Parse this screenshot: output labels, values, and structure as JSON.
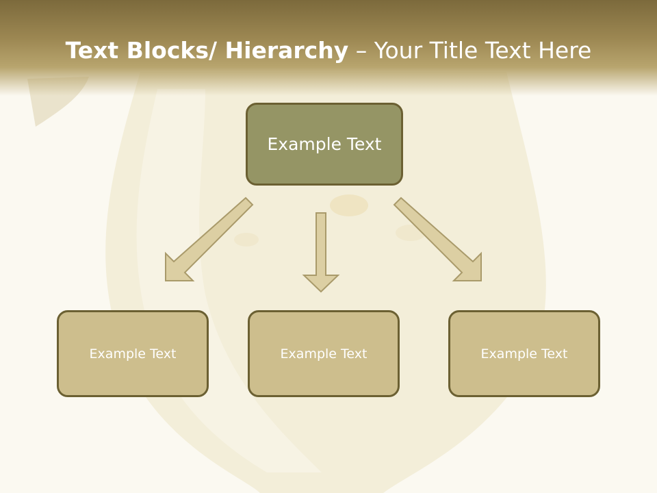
{
  "title": {
    "bold_part": "Text Blocks/ Hierarchy",
    "dash": " – ",
    "normal_part": "Your Title Text Here"
  },
  "top_box": {
    "label": "Example Text"
  },
  "child_boxes": [
    {
      "label": "Example Text"
    },
    {
      "label": "Example Text"
    },
    {
      "label": "Example Text"
    }
  ],
  "colors": {
    "header": "#8f7c4a",
    "top_box_fill": "#959565",
    "child_box_fill": "#cdbe8d",
    "box_border": "#6b6032",
    "arrow_fill": "#dccfa3",
    "arrow_stroke": "#a99a6a"
  }
}
